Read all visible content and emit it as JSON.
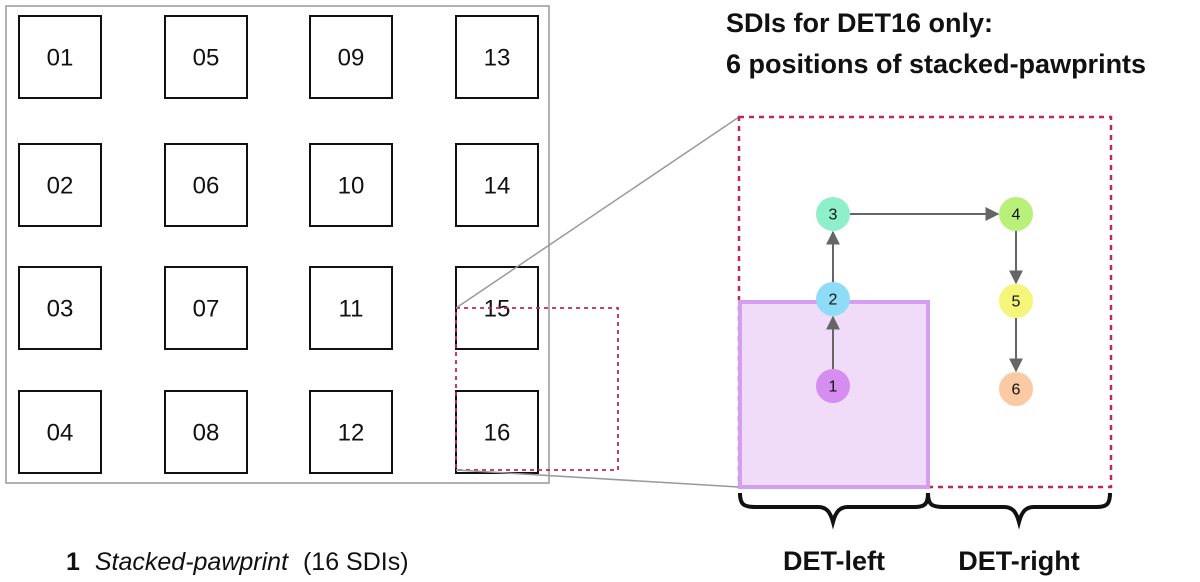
{
  "detector_grid": {
    "labels": [
      "01",
      "05",
      "09",
      "13",
      "02",
      "06",
      "10",
      "14",
      "03",
      "07",
      "11",
      "15",
      "04",
      "08",
      "12",
      "16"
    ]
  },
  "caption": {
    "count": "1",
    "name": "Stacked-pawprint",
    "detail": "(16 SDIs)"
  },
  "title": {
    "line1": "SDIs for DET16 only:",
    "line2": "6 positions of stacked-pawprints"
  },
  "positions": [
    "1",
    "2",
    "3",
    "4",
    "5",
    "6"
  ],
  "position_colors": [
    "#d58ef0",
    "#8fdcf7",
    "#8ef0cb",
    "#b8f07a",
    "#f5f57a",
    "#f9caa4"
  ],
  "path_order": [
    1,
    2,
    3,
    4,
    5,
    6
  ],
  "bottom_labels": {
    "left": "DET-left",
    "right": "DET-right"
  },
  "colors": {
    "dashed": "#c0275a",
    "det_left_fill": "#f0dcf9",
    "det_left_stroke": "#d49ff0",
    "arrow": "#666666",
    "outline": "#999999"
  }
}
